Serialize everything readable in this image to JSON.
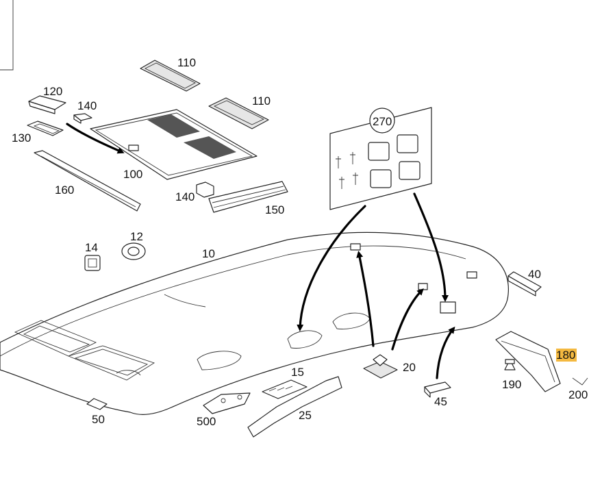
{
  "labels": {
    "l110a": "110",
    "l110b": "110",
    "l120": "120",
    "l140a": "140",
    "l130": "130",
    "l100": "100",
    "l160": "160",
    "l140b": "140",
    "l150": "150",
    "l270": "270",
    "l14": "14",
    "l12": "12",
    "l10": "10",
    "l40": "40",
    "l20": "20",
    "l180": "180",
    "l190": "190",
    "l200": "200",
    "l15": "15",
    "l45": "45",
    "l25": "25",
    "l500": "500",
    "l50": "50"
  },
  "colors": {
    "highlight": "#f4b940",
    "line": "#222222",
    "background": "#ffffff"
  }
}
